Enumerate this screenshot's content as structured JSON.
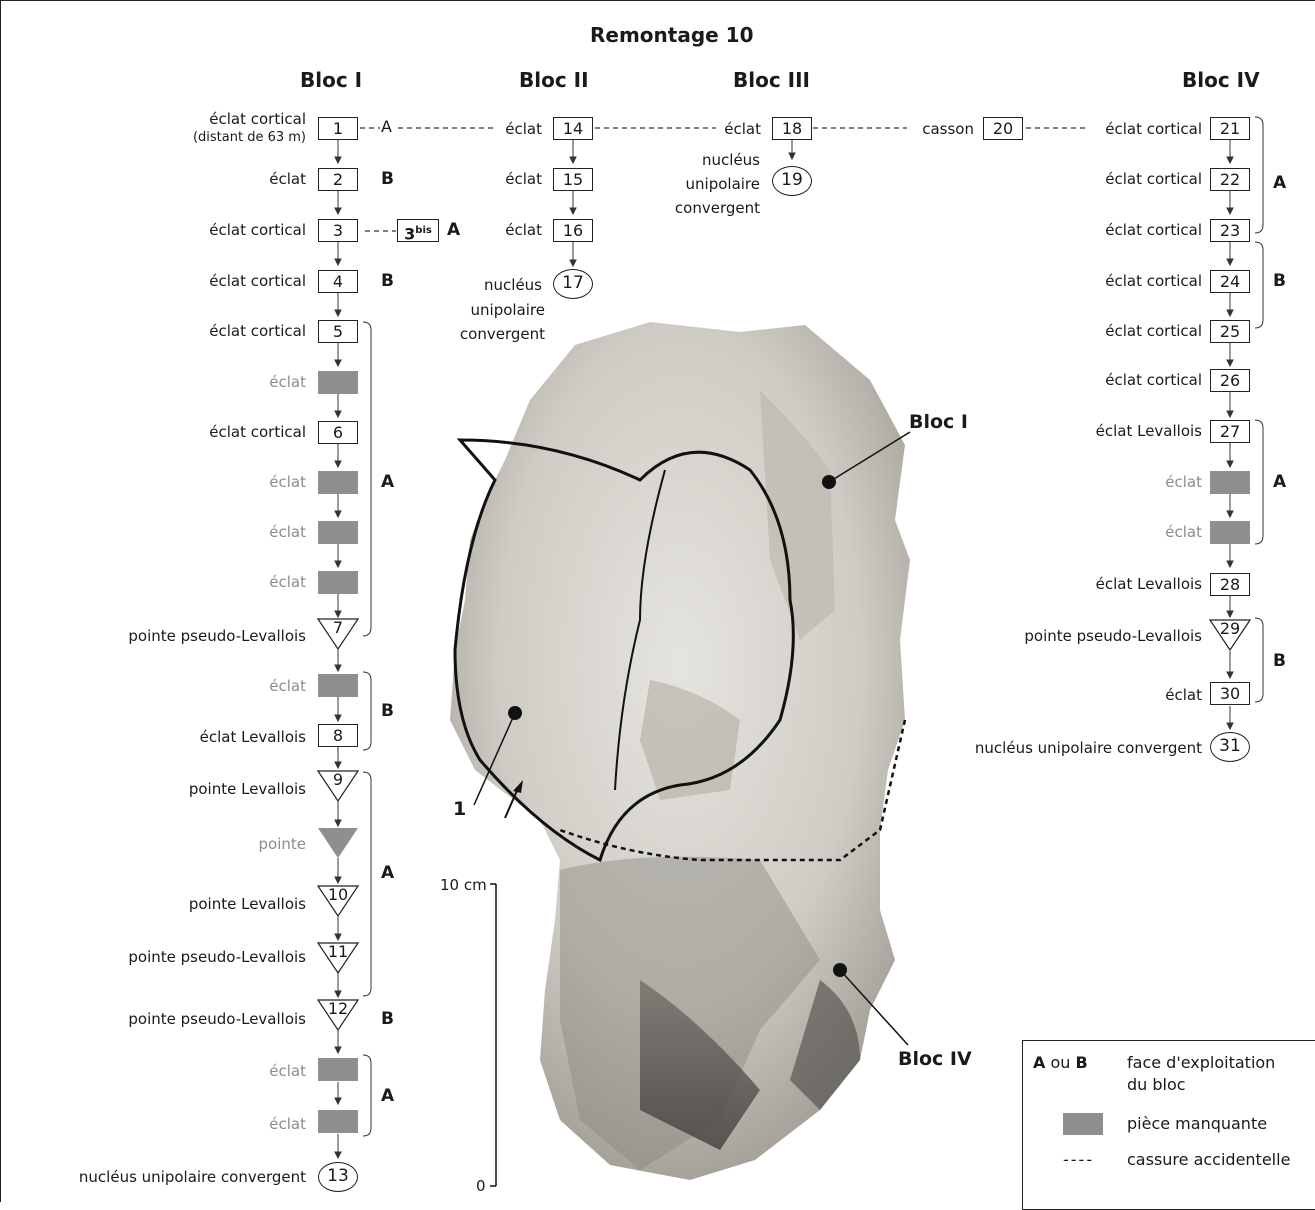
{
  "title": "Remontage 10",
  "headers": {
    "bloc1": "Bloc I",
    "bloc2": "Bloc II",
    "bloc3": "Bloc III",
    "bloc4": "Bloc IV"
  },
  "labels": {
    "eclat": "éclat",
    "eclat_cortical": "éclat cortical",
    "eclat_levallois": "éclat Levallois",
    "pointe": "pointe",
    "pointe_levallois": "pointe Levallois",
    "pointe_pseudo": "pointe pseudo-Levallois",
    "nucleus_upc": "nucléus unipolaire convergent",
    "nucleus_word": "nucléus",
    "unipolaire_word": "unipolaire",
    "convergent_word": "convergent",
    "casson": "casson",
    "distant": "(distant de 63 m)"
  },
  "numbers": {
    "n1": "1",
    "n2": "2",
    "n3": "3",
    "n3bis_main": "3",
    "n3bis_sup": "bis",
    "n4": "4",
    "n5": "5",
    "n6": "6",
    "n7": "7",
    "n8": "8",
    "n9": "9",
    "n10": "10",
    "n11": "11",
    "n12": "12",
    "n13": "13",
    "n14": "14",
    "n15": "15",
    "n16": "16",
    "n17": "17",
    "n18": "18",
    "n19": "19",
    "n20": "20",
    "n21": "21",
    "n22": "22",
    "n23": "23",
    "n24": "24",
    "n25": "25",
    "n26": "26",
    "n27": "27",
    "n28": "28",
    "n29": "29",
    "n30": "30",
    "n31": "31"
  },
  "faces": {
    "a": "A",
    "b": "B"
  },
  "photo_labels": {
    "bloc1": "Bloc I",
    "bloc4": "Bloc IV",
    "one": "1"
  },
  "scale": {
    "top": "10 cm",
    "bottom": "0"
  },
  "legend": {
    "ab_a": "A",
    "ab_ou": "ou",
    "ab_b": "B",
    "face_line1": "face d'exploitation",
    "face_line2": "du bloc",
    "missing": "pièce manquante",
    "dashes": "----",
    "break": "cassure accidentelle"
  },
  "colors": {
    "missing_piece": "#8f8f8f",
    "stone": "#d8d6d0"
  }
}
